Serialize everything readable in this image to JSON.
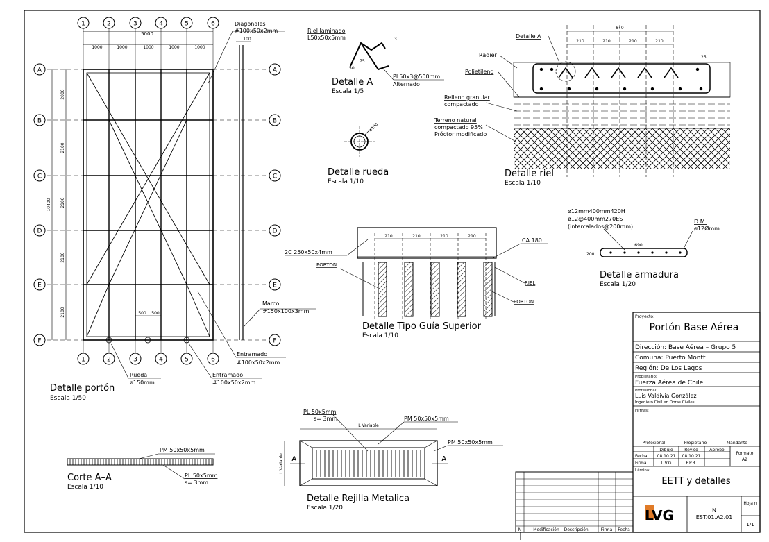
{
  "portal": {
    "axes_cols": [
      "1",
      "2",
      "3",
      "4",
      "5",
      "6"
    ],
    "axes_rows": [
      "A",
      "B",
      "C",
      "D",
      "E",
      "F"
    ],
    "total_width": "5000",
    "col_spacing": [
      "1000",
      "1000",
      "1000",
      "1000",
      "1000"
    ],
    "row_spacing": [
      "2000",
      "2100",
      "2100",
      "2100",
      "2100"
    ],
    "total_height": "10400",
    "frame_width_label": "100",
    "diagonales": "Diagonales",
    "diagonales_spec": "#100x50x2mm",
    "marco": "Marco",
    "marco_spec": "#150x100x3mm",
    "entramado": "Entramado",
    "entramado_spec": "#100x50x2mm",
    "rueda": "Rueda",
    "rueda_spec": "ø150mm",
    "wheel_dim_a": "500",
    "wheel_dim_b": "500",
    "title": "Detalle portón",
    "scale": "Escala 1/50"
  },
  "detalle_a": {
    "riel": "Riel laminado",
    "riel_spec": "L50x50x5mm",
    "plate": "PL50x3@500mm",
    "plate_note": "Alternado",
    "dim_75": "75",
    "dim_50": "50",
    "dim_3": "3",
    "title": "Detalle A",
    "scale": "Escala 1/5"
  },
  "detalle_rueda": {
    "dim": "ø150",
    "title": "Detalle rueda",
    "scale": "Escala 1/10"
  },
  "detalle_riel": {
    "detail_ref": "Detalle A",
    "width": "840",
    "spacing": [
      "210",
      "210",
      "210",
      "210"
    ],
    "dim_25": "25",
    "radier": "Radier",
    "polietileno": "Polietileno",
    "relleno": "Relleno granular",
    "relleno2": "compactado",
    "terreno": "Terreno natural",
    "terreno2": "compactado 95%",
    "terreno3": "Próctor modificado",
    "title": "Detalle riel",
    "scale": "Escala 1/10"
  },
  "detalle_guia": {
    "spacing": [
      "210",
      "210",
      "210",
      "210"
    ],
    "beam": "2C 250x50x4mm",
    "ca": "CA 180",
    "porton_left": "PORTON",
    "riel": "RIEL",
    "porton_right": "PORTON",
    "title": "Detalle Tipo Guía Superior",
    "scale": "Escala 1/10"
  },
  "detalle_armadura": {
    "line1": "ø12mm400mm420H",
    "line2": "ø12@400mm270ES",
    "line3": "(intercalados@200mm)",
    "dm": "D.M.",
    "dm_spec": "ø12Ømm",
    "dim_690": "690",
    "dim_200": "200",
    "title": "Detalle armadura",
    "scale": "Escala 1/20"
  },
  "corte": {
    "pm": "PM 50x50x5mm",
    "pl": "PL 50x5mm",
    "pl_s": "s= 3mm",
    "title": "Corte A–A",
    "scale": "Escala 1/10"
  },
  "rejilla": {
    "pl": "PL 50x5mm",
    "pl_s": "s= 3mm",
    "pm_top": "PM 50x50x5mm",
    "pm_right": "PM 50x50x5mm",
    "l_var_h": "L Variable",
    "l_var_v": "L Variable",
    "sec_a": "A",
    "title": "Detalle Rejilla Metalica",
    "scale": "Escala 1/20"
  },
  "title_block": {
    "proyecto_lbl": "Proyecto:",
    "proyecto": "Portón Base Aérea",
    "direccion": "Dirección: Base Aérea – Grupo 5",
    "comuna": "Comuna: Puerto Montt",
    "region": "Región: De Los Lagos",
    "propietario_lbl": "Propietario:",
    "propietario": "Fuerza Aérea de Chile",
    "profesional_lbl": "Profesional:",
    "profesional": "Luis Valdivia González",
    "profesional_sub": "Ingeniero Civil en Obras Civiles",
    "firmas_lbl": "Firmas:",
    "firma_prof": "Profesional",
    "firma_prop": "Propietario",
    "firma_mand": "Mandante",
    "dibujo": "Dibujó",
    "reviso": "Revisó",
    "aprobo": "Aprobó",
    "fecha_lbl": "Fecha",
    "fecha1": "08.10.21",
    "fecha2": "08.10.21",
    "firma_lbl": "Firma",
    "firma1": "L.V.G",
    "firma2": "P.P.R.",
    "formato_lbl": "Formato",
    "formato": "A2",
    "lamina_lbl": "Lámina:",
    "lamina": "EETT y detalles",
    "logo": "LVG",
    "n_lbl": "N",
    "n": "EST.01.A2.01",
    "hoja_lbl": "Hoja n",
    "hoja": "1/1"
  },
  "revisions": {
    "n": "N",
    "desc": "Modificación – Descripción",
    "firma": "Firma",
    "fecha": "Fecha"
  }
}
